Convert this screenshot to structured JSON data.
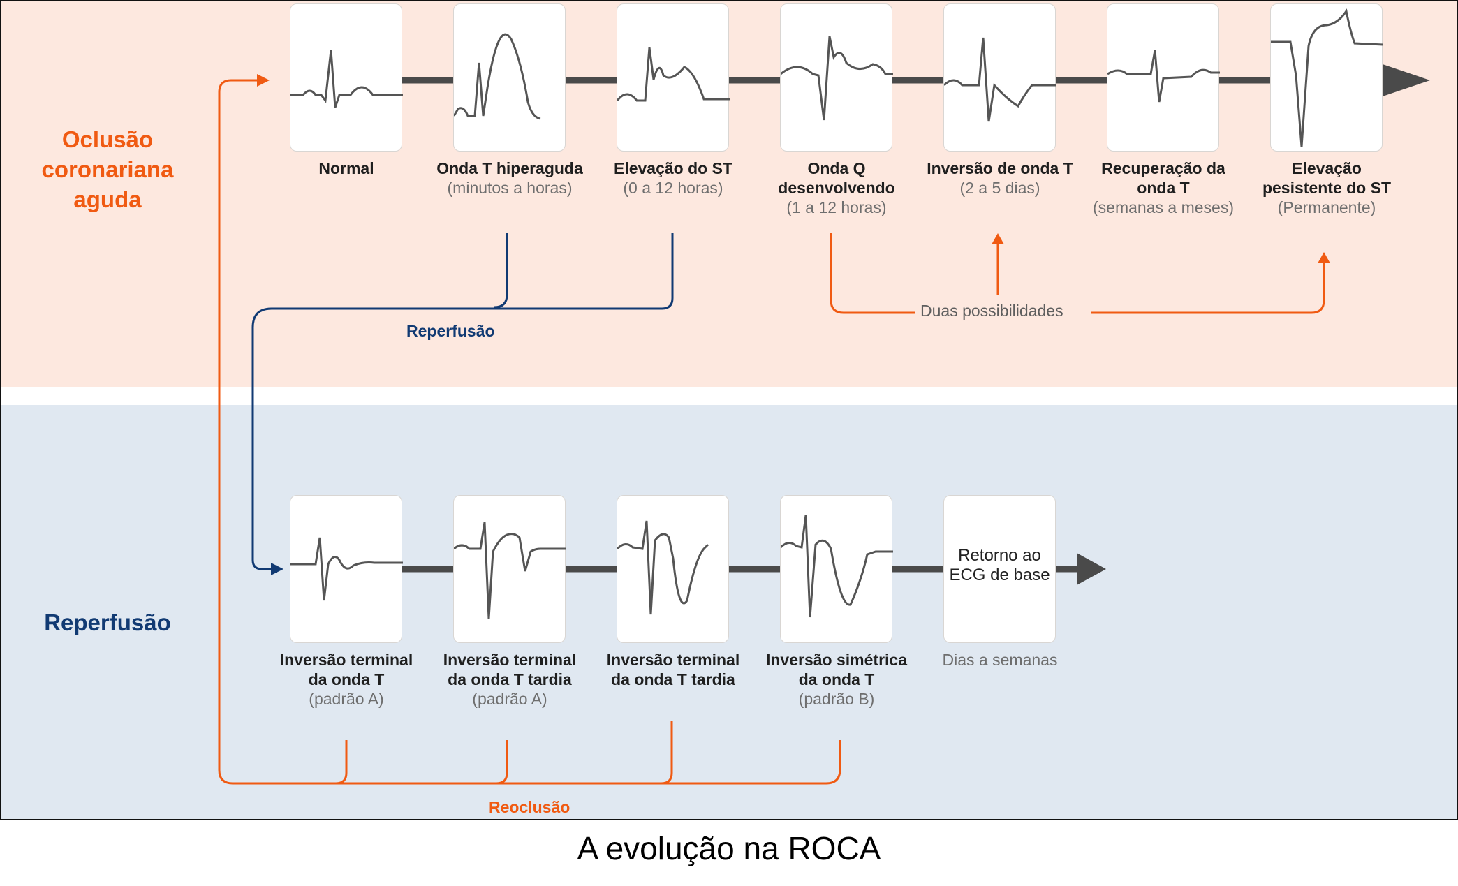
{
  "rows": {
    "top_label": "Oclusão coronariana aguda",
    "bottom_label": "Reperfusão"
  },
  "top_stages": [
    {
      "title": "Normal",
      "subtitle": "",
      "waveform": "normal-ecg"
    },
    {
      "title": "Onda T hiperaguda",
      "subtitle": "(minutos a horas)",
      "waveform": "hyperacute-t-ecg"
    },
    {
      "title": "Elevação do ST",
      "subtitle": "(0 a 12 horas)",
      "waveform": "st-elevation-ecg"
    },
    {
      "title": "Onda Q desenvolvendo",
      "subtitle": "(1 a 12 horas)",
      "waveform": "q-wave-ecg"
    },
    {
      "title": "Inversão de onda T",
      "subtitle": "(2 a 5 dias)",
      "waveform": "t-inversion-ecg"
    },
    {
      "title": "Recuperação da onda T",
      "subtitle": "(semanas a meses)",
      "waveform": "t-recovery-ecg"
    },
    {
      "title": "Elevação pesistente do ST",
      "subtitle": "(Permanente)",
      "waveform": "persistent-st-ecg"
    }
  ],
  "bottom_stages": [
    {
      "title": "Inversão terminal da onda T",
      "subtitle": "(padrão A)",
      "waveform": "terminal-t-inversion-ecg"
    },
    {
      "title": "Inversão terminal da onda T tardia",
      "subtitle": "(padrão A)",
      "waveform": "late-terminal-t-ecg"
    },
    {
      "title": "Inversão terminal da onda T tardia",
      "subtitle": "",
      "waveform": "late-terminal-t-deep-ecg"
    },
    {
      "title": "Inversão simétrica da onda T",
      "subtitle": "(padrão B)",
      "waveform": "symmetric-t-inversion-ecg"
    }
  ],
  "baseline_return": {
    "card_text": "Retorno ao ECG de base",
    "note": "Dias a semanas"
  },
  "connectors": {
    "reperfusion": "Reperfusão",
    "reocclusion": "Reoclusão",
    "two_possibilities": "Duas possibilidades"
  },
  "caption": "A evolução na ROCA",
  "colors": {
    "orange": "#f05a12",
    "navy": "#113a73",
    "top_band": "#fde8df",
    "bottom_band": "#e0e8f1",
    "timeline": "#4a4a4a"
  }
}
